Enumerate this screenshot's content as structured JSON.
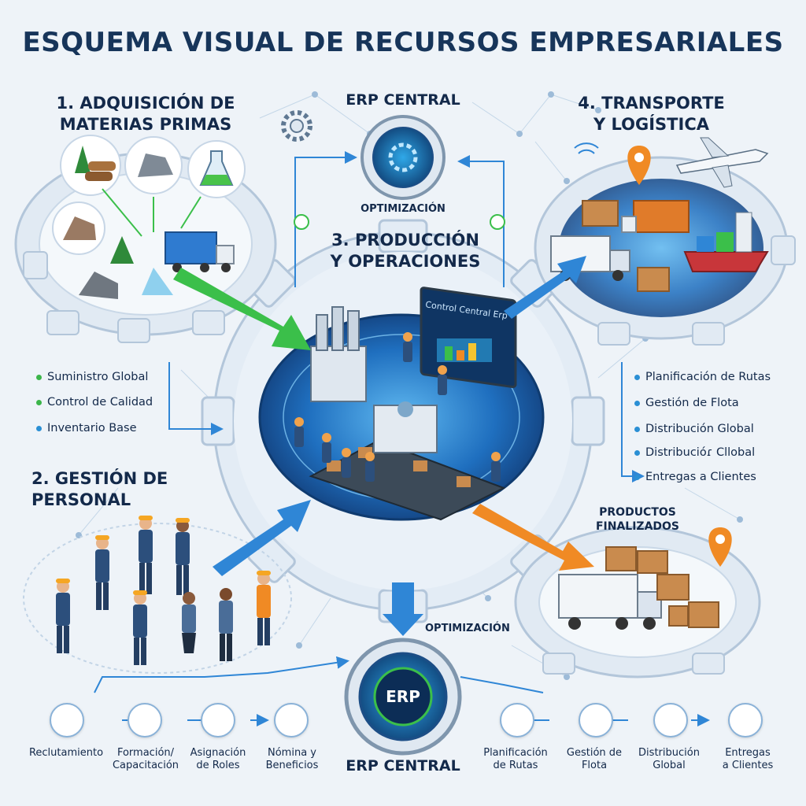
{
  "title": "ESQUEMA VISUAL DE RECURSOS EMPRESARIALES",
  "sections": {
    "adquisicion": {
      "line1": "1. ADQUISICIÓN DE",
      "line2": "MATERIAS PRIMAS"
    },
    "erp_top": "ERP CENTRAL",
    "transporte": {
      "line1": "4. TRANSPORTE",
      "line2": "Y LOGÍSTICA"
    },
    "produccion": {
      "line1": "3. PRODUCCIÓN",
      "line2": "Y OPERACIONES"
    },
    "personal": {
      "line1": "2. GESTIÓN DE",
      "line2": "PERSONAL"
    },
    "productos": {
      "line1": "PRODUCTOS",
      "line2": "FINALIZADOS"
    },
    "erp_bottom": "ERP CENTRAL",
    "erp_badge": "ERP"
  },
  "optimization_top": "OPTIMIZACIÓN",
  "optimization_bottom": "OPTIMIZACIÓN",
  "monitor_text": "Control Central  Erp",
  "left_list": [
    {
      "label": "Suministro Global",
      "color": "#3bb54a"
    },
    {
      "label": "Control de Calidad",
      "color": "#3bb54a"
    },
    {
      "label": "Inventario Base",
      "color": "#2a8fd4"
    }
  ],
  "right_list": [
    "Planificación de Rutas",
    "Gestión de Flota",
    "Distribución Global",
    "Distribucióɾ Cllobal",
    "Entregas a Clientes"
  ],
  "bottom_left_icons": [
    {
      "icon": "person-icon",
      "label1": "Reclutamiento",
      "label2": ""
    },
    {
      "icon": "graduation-cap-icon",
      "label1": "Formación/",
      "label2": "Capacitación"
    },
    {
      "icon": "employee-badge-icon",
      "label1": "Asignación",
      "label2": "de Roles"
    },
    {
      "icon": "money-hand-icon",
      "label1": "Nómina y",
      "label2": "Beneficios"
    }
  ],
  "bottom_right_icons": [
    {
      "icon": "route-pin-icon",
      "label1": "Planificación",
      "label2": "de Rutas"
    },
    {
      "icon": "ship-icon",
      "label1": "Gestión de",
      "label2": "Flota"
    },
    {
      "icon": "globe-icon",
      "label1": "Distribución",
      "label2": "Global"
    },
    {
      "icon": "box-icon",
      "label1": "Entregas",
      "label2": "a Clientes"
    }
  ],
  "colors": {
    "arrow_green": "#3bbf4a",
    "arrow_blue": "#2f86d6",
    "arrow_orange": "#f08a24",
    "gear_fill": "#dfe9f3",
    "platform": "#1f5fa8"
  }
}
